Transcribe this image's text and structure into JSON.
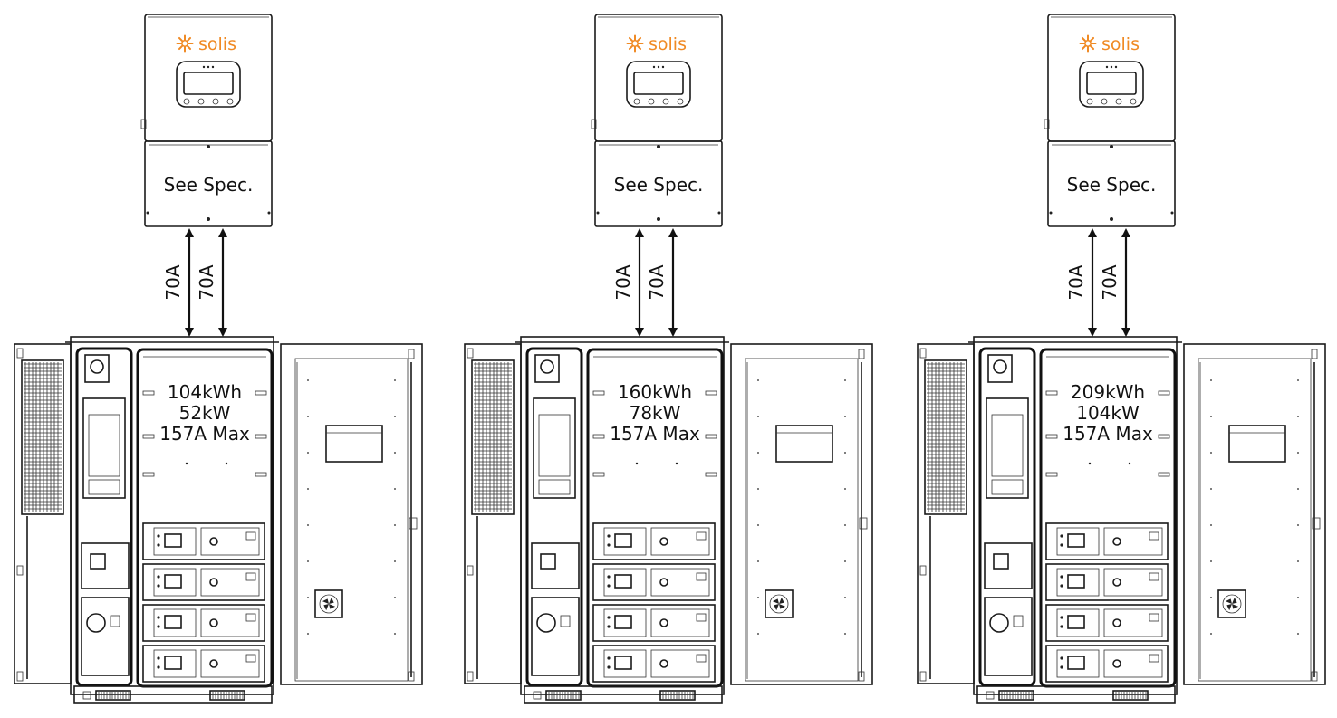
{
  "brand": {
    "name": "solis",
    "color": "#f08a24"
  },
  "systems": [
    {
      "inverter_label": "See Spec.",
      "links": [
        "70A",
        "70A"
      ],
      "spec_lines": [
        "104kWh",
        "52kW",
        "157A Max"
      ]
    },
    {
      "inverter_label": "See Spec.",
      "links": [
        "70A",
        "70A"
      ],
      "spec_lines": [
        "160kWh",
        "78kW",
        "157A Max"
      ]
    },
    {
      "inverter_label": "See Spec.",
      "links": [
        "70A",
        "70A"
      ],
      "spec_lines": [
        "209kWh",
        "104kW",
        "157A Max"
      ]
    }
  ]
}
